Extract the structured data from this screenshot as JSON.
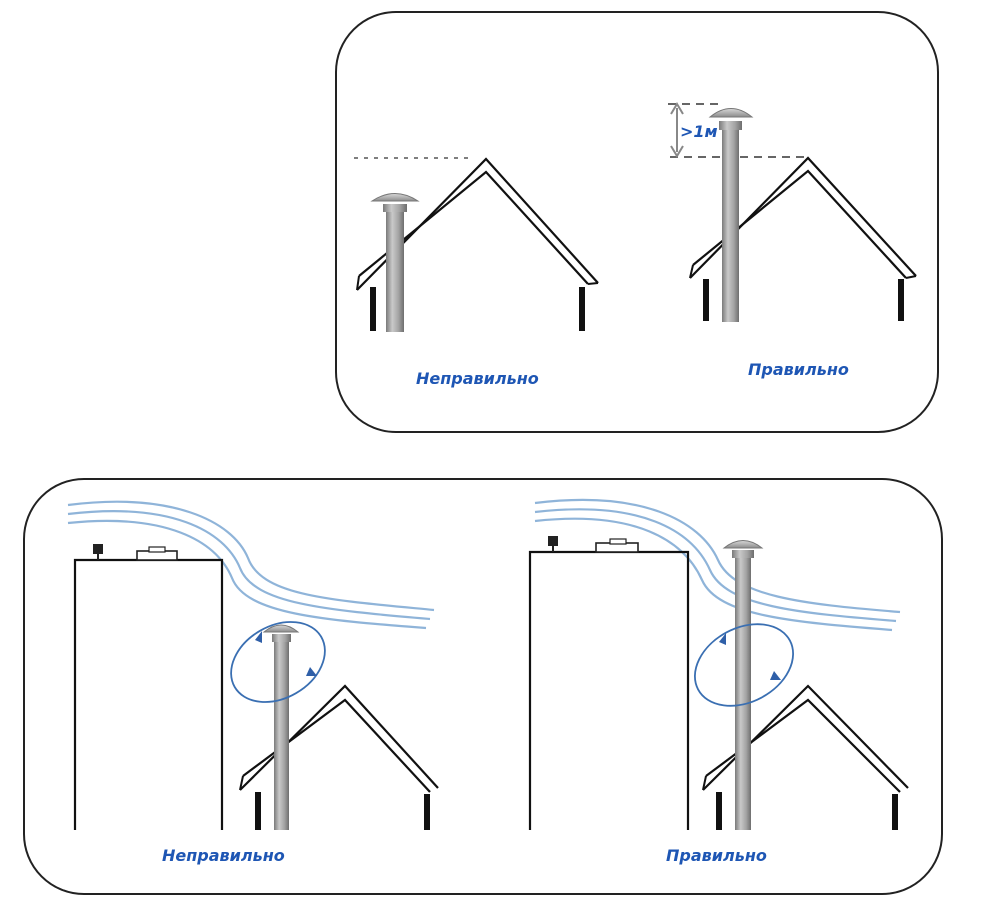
{
  "top_panel": {
    "wrong_label": "Неправильно",
    "right_label": "Правильно",
    "height_note": ">1м"
  },
  "bottom_panel": {
    "wrong_label": "Неправильно",
    "right_label": "Правильно"
  },
  "colors": {
    "label": "#1e56b4",
    "wind": "#8fb4d9",
    "vortex": "#3a6fb2",
    "pipe": "#9a9a9a",
    "outline": "#111111"
  }
}
